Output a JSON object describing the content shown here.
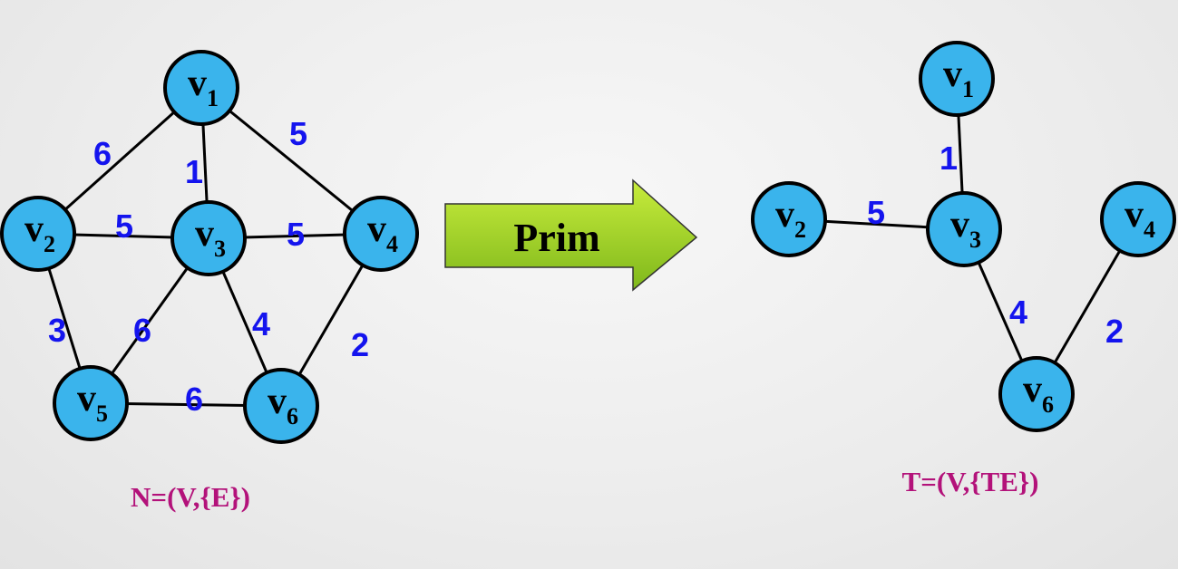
{
  "arrow": {
    "label": "Prim",
    "fill_top": "#c8ec3c",
    "fill_bottom": "#7fb81b"
  },
  "node_color": "#3ab4ec",
  "weight_color": "#1414ee",
  "caption_color": "#b3127a",
  "graph_n": {
    "caption": "N=(V,{E})",
    "nodes": [
      {
        "id": "v1",
        "main": "v",
        "sub": "1"
      },
      {
        "id": "v2",
        "main": "v",
        "sub": "2"
      },
      {
        "id": "v3",
        "main": "v",
        "sub": "3"
      },
      {
        "id": "v4",
        "main": "v",
        "sub": "4"
      },
      {
        "id": "v5",
        "main": "v",
        "sub": "5"
      },
      {
        "id": "v6",
        "main": "v",
        "sub": "6"
      }
    ],
    "edges": [
      {
        "from": "v1",
        "to": "v2",
        "weight": "6"
      },
      {
        "from": "v1",
        "to": "v3",
        "weight": "1"
      },
      {
        "from": "v1",
        "to": "v4",
        "weight": "5"
      },
      {
        "from": "v2",
        "to": "v3",
        "weight": "5"
      },
      {
        "from": "v3",
        "to": "v4",
        "weight": "5"
      },
      {
        "from": "v2",
        "to": "v5",
        "weight": "3"
      },
      {
        "from": "v3",
        "to": "v5",
        "weight": "6"
      },
      {
        "from": "v3",
        "to": "v6",
        "weight": "4"
      },
      {
        "from": "v4",
        "to": "v6",
        "weight": "2"
      },
      {
        "from": "v5",
        "to": "v6",
        "weight": "6"
      }
    ]
  },
  "graph_t": {
    "caption": "T=(V,{TE})",
    "nodes": [
      {
        "id": "v1",
        "main": "v",
        "sub": "1"
      },
      {
        "id": "v2",
        "main": "v",
        "sub": "2"
      },
      {
        "id": "v3",
        "main": "v",
        "sub": "3"
      },
      {
        "id": "v4",
        "main": "v",
        "sub": "4"
      },
      {
        "id": "v6",
        "main": "v",
        "sub": "6"
      }
    ],
    "edges": [
      {
        "from": "v1",
        "to": "v3",
        "weight": "1"
      },
      {
        "from": "v2",
        "to": "v3",
        "weight": "5"
      },
      {
        "from": "v3",
        "to": "v6",
        "weight": "4"
      },
      {
        "from": "v4",
        "to": "v6",
        "weight": "2"
      }
    ]
  }
}
